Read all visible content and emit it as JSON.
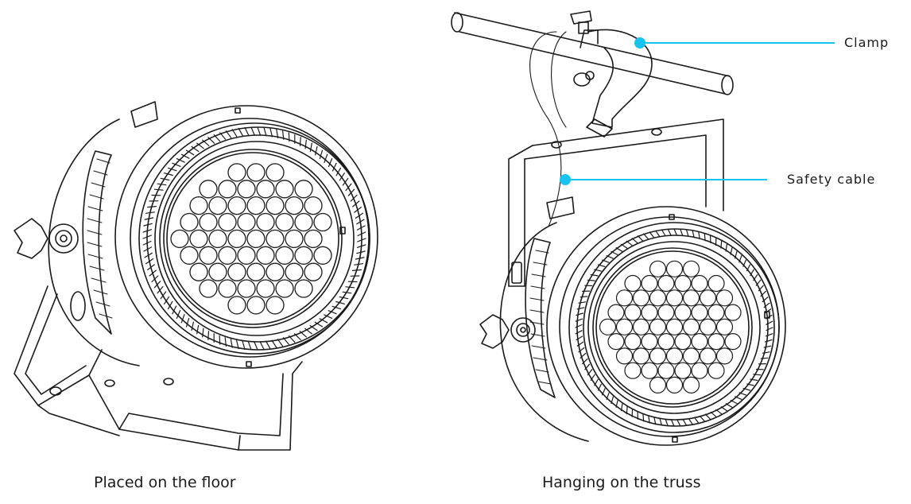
{
  "captions": {
    "floor": "Placed on the floor",
    "truss": "Hanging on the truss"
  },
  "callouts": {
    "clamp": "Clamp",
    "safety_cable": "Safety cable"
  },
  "colors": {
    "line": "#1a1a1a",
    "leader": "#19c3f0",
    "background": "#ffffff"
  }
}
